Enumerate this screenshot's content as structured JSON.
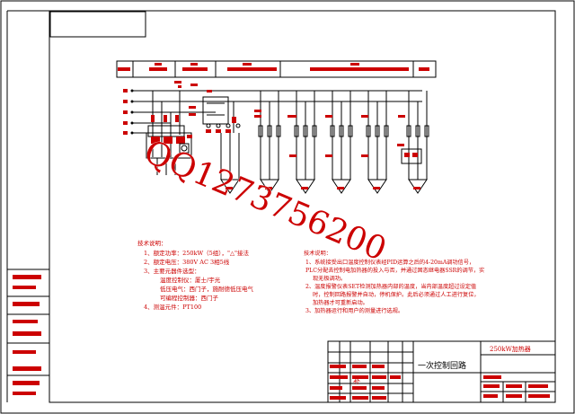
{
  "title_block": {
    "drawing_name": "一次控制回路",
    "product_name": "250kW加热器",
    "stamp_char": "补"
  },
  "watermark": "QQ1273756200",
  "tech_notes_left": {
    "heading": "技术说明：",
    "lines": [
      "1、额定功率：250kW（5组），\"△\"接法",
      "2、额定电压：380V AC 3相5线",
      "3、主要元器件选型：",
      "温度控制仪：厦士/宇光",
      "低压电气：西门子，施耐德低压电气",
      "可编程控制器：西门子",
      "4、测温元件：PT100"
    ]
  },
  "tech_notes_right": {
    "heading": "技术说明：",
    "lines": [
      "1、系统接受出口温度控制仪表经PID运算之后的4-20mA调功信号，",
      "PLC分配去控制电加热器的投入与否，并通过固态继电器SSR的调节，实",
      "现无极调功。",
      "2、温度报警仪表SET检测加热器内部的温度，当内部温度超过设定值",
      "时，控制回路报警并自动，停机保护。此后必须通过人工进行复位，",
      "加热器才可重新启动。",
      "3、加热器运行和用户的测量进行选规。"
    ]
  },
  "colors": {
    "line": "#000000",
    "label": "#cc0000",
    "background": "#ffffff"
  }
}
